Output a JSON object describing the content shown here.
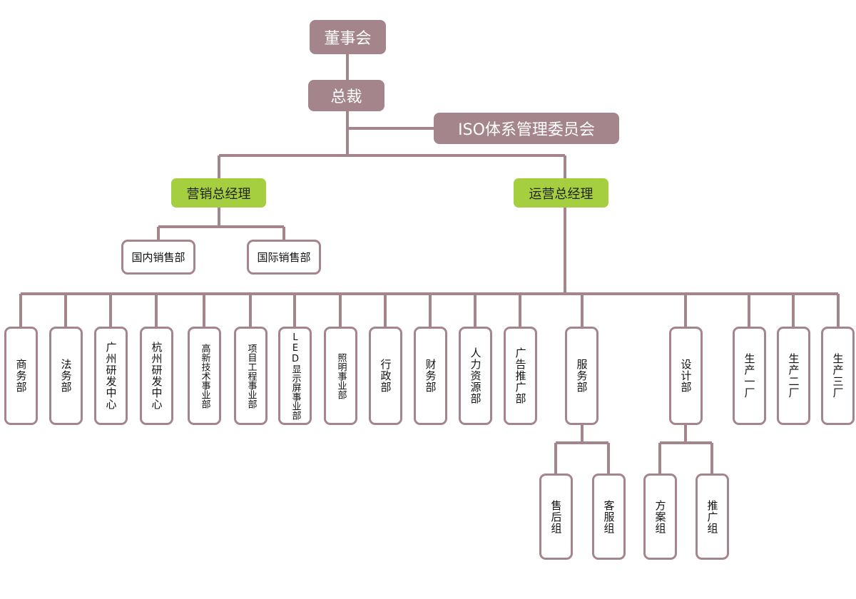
{
  "colors": {
    "line": "#a5858c",
    "filled": "#a5858c",
    "green": "#a5cf3e"
  },
  "top": {
    "board": "董事会",
    "president": "总裁",
    "iso_committee": "ISO体系管理委员会"
  },
  "managers": {
    "marketing": "营销总经理",
    "operations": "运营总经理"
  },
  "sales": {
    "domestic": "国内销售部",
    "international": "国际销售部"
  },
  "departments": [
    "商务部",
    "法务部",
    "广州研发中心",
    "杭州研发中心",
    "高新技术事业部",
    "项目工程事业部",
    "LED显示屏事业部",
    "照明事业部",
    "行政部",
    "财务部",
    "人力资源部",
    "广告推广部",
    "服务部",
    "设计部",
    "生产一厂",
    "生产二厂",
    "生产三厂"
  ],
  "service_groups": [
    "售后组",
    "客服组"
  ],
  "design_groups": [
    "方案组",
    "推广组"
  ]
}
